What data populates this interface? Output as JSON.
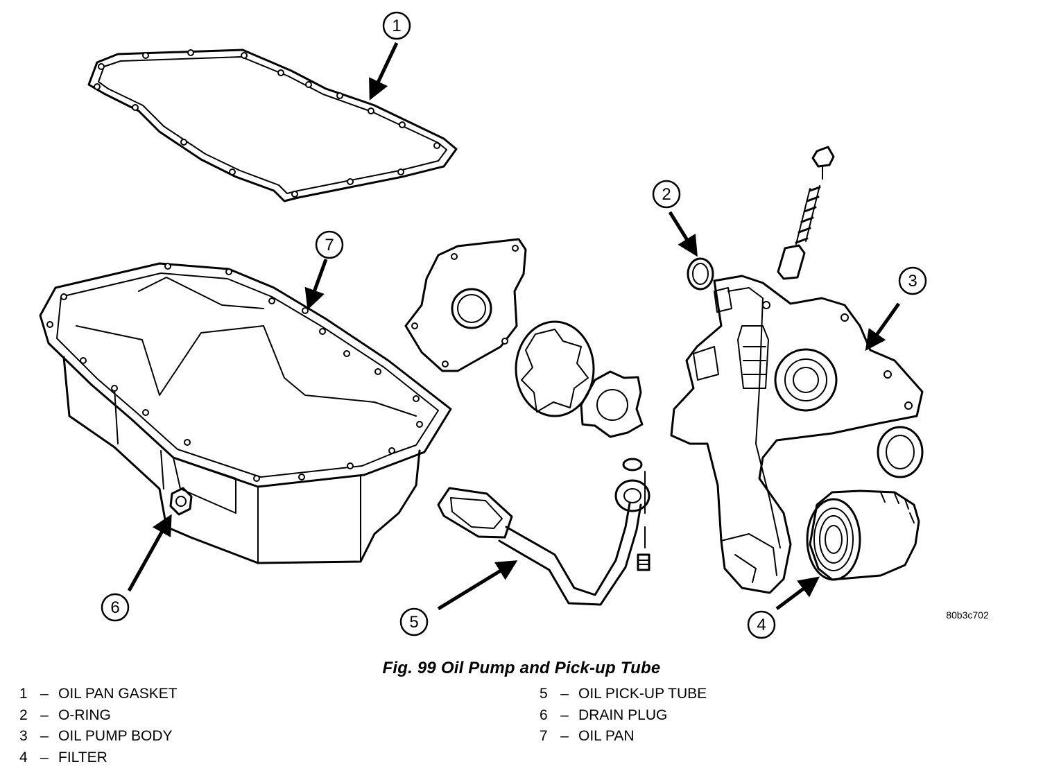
{
  "figure": {
    "caption": "Fig. 99 Oil Pump and Pick-up Tube",
    "reference_code": "80b3c702"
  },
  "callouts": [
    "1",
    "2",
    "3",
    "4",
    "5",
    "6",
    "7"
  ],
  "legend": {
    "left": [
      {
        "num": "1",
        "dash": "–",
        "label": "OIL PAN GASKET"
      },
      {
        "num": "2",
        "dash": "–",
        "label": "O-RING"
      },
      {
        "num": "3",
        "dash": "–",
        "label": "OIL PUMP BODY"
      },
      {
        "num": "4",
        "dash": "–",
        "label": "FILTER"
      }
    ],
    "right": [
      {
        "num": "5",
        "dash": "–",
        "label": "OIL PICK-UP TUBE"
      },
      {
        "num": "6",
        "dash": "–",
        "label": "DRAIN PLUG"
      },
      {
        "num": "7",
        "dash": "–",
        "label": "OIL PAN"
      }
    ]
  }
}
